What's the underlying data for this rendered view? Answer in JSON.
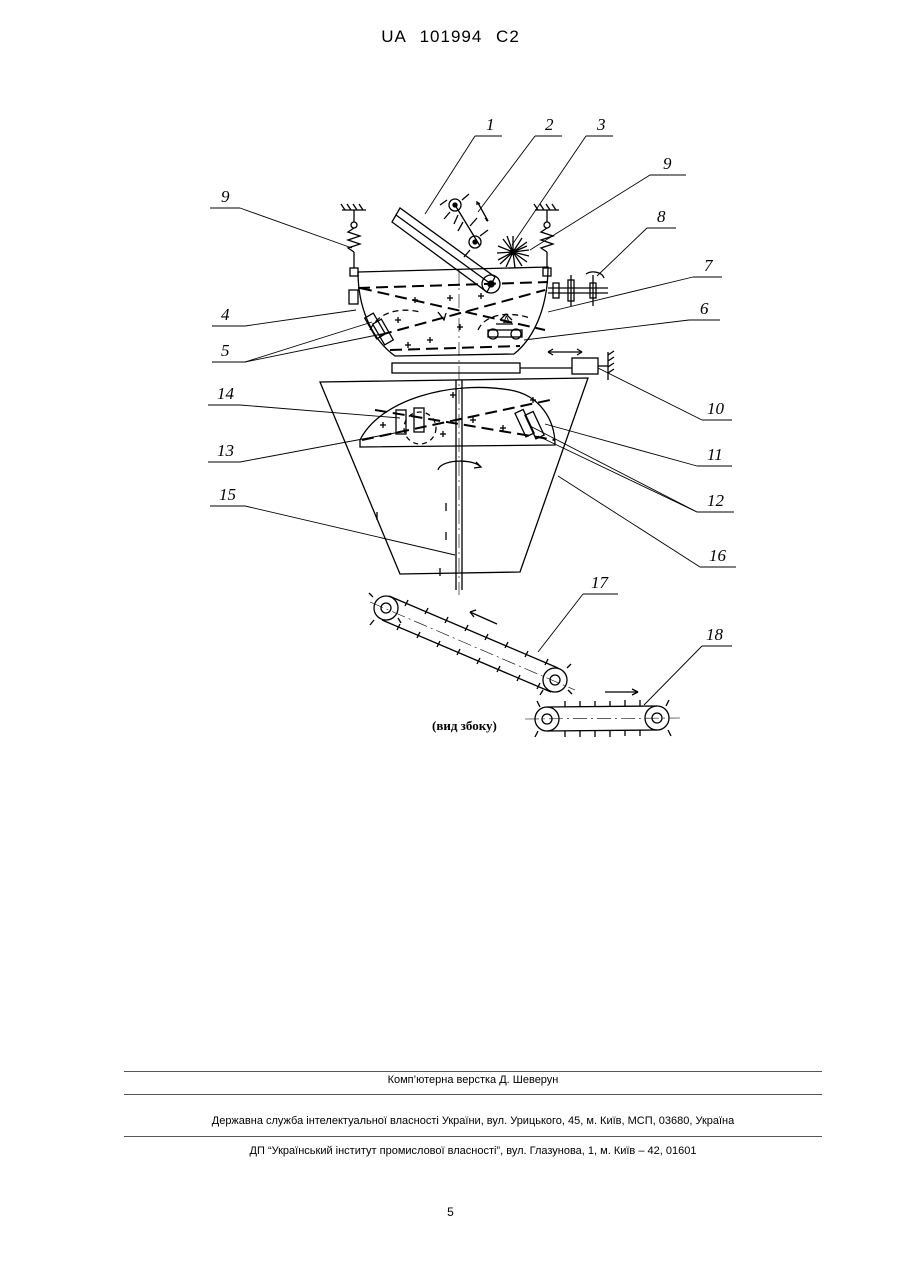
{
  "header": {
    "doc_id": "UA 101994 C2"
  },
  "figure": {
    "labels": [
      "1",
      "2",
      "3",
      "4",
      "5",
      "6",
      "7",
      "8",
      "9",
      "9",
      "10",
      "11",
      "12",
      "13",
      "14",
      "15",
      "16",
      "17",
      "18"
    ],
    "caption": "(вид збоку)"
  },
  "footer": {
    "layout": "Комп’ютерна верстка Д. Шеверун",
    "agency": "Державна служба інтелектуальної власності України, вул. Урицького, 45, м. Київ, МСП, 03680, Україна",
    "institute": "ДП “Український інститут промислової власності”, вул. Глазунова, 1, м. Київ – 42, 01601",
    "page": "5"
  }
}
